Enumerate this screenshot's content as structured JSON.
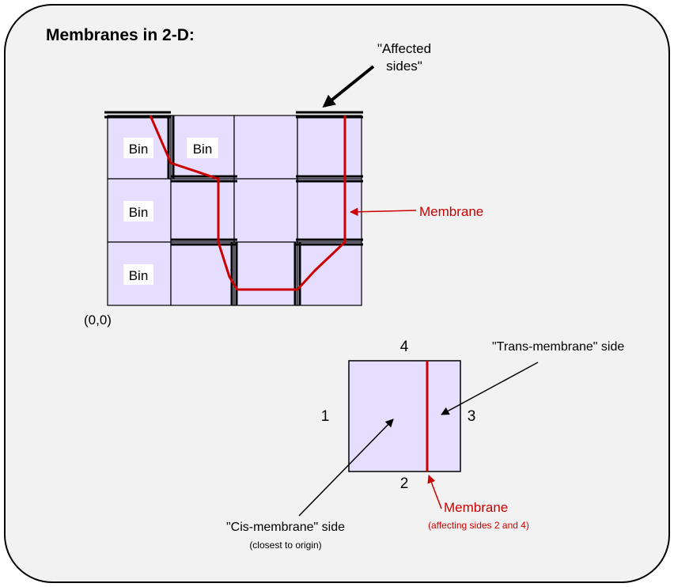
{
  "title": "Membranes in 2-D:",
  "labels": {
    "bin": "Bin",
    "affected_line1": "\"Affected",
    "affected_line2": "sides\"",
    "membrane_top": "Membrane",
    "origin": "(0,0)",
    "side1": "1",
    "side2": "2",
    "side3": "3",
    "side4": "4",
    "trans_side": "\"Trans-membrane\" side",
    "cis_side": "\"Cis-membrane\" side",
    "cis_note": "(closest to origin)",
    "membrane_bottom": "Membrane",
    "membrane_bottom_note": "(affecting sides 2 and 4)"
  },
  "colors": {
    "bin_fill": "#e5deff",
    "membrane": "#cc0000",
    "panel_bg": "#f2f2f2",
    "outline": "#000000"
  }
}
